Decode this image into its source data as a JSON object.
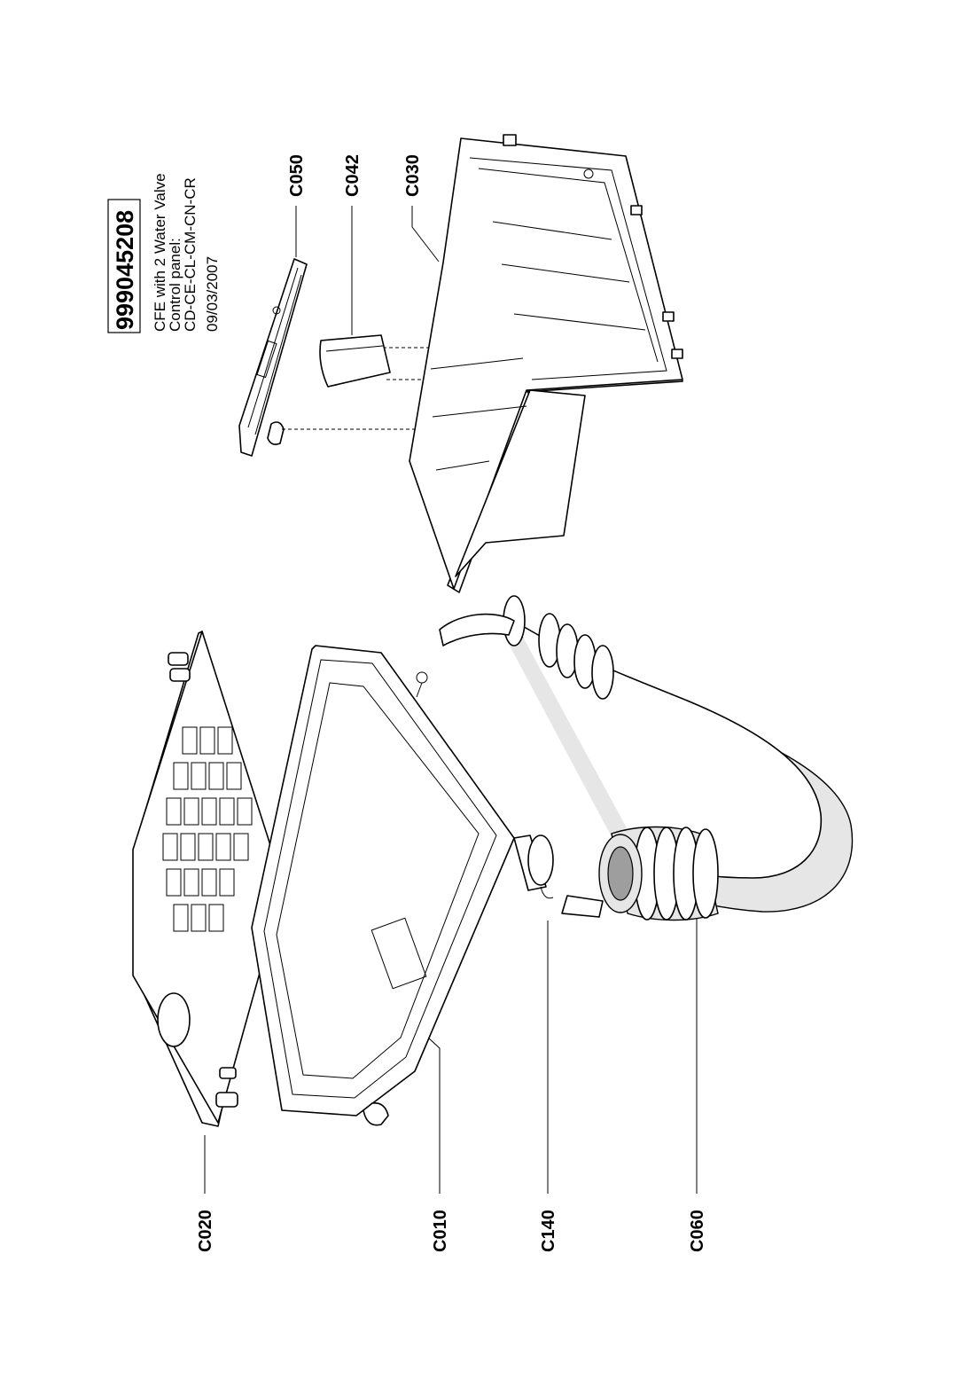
{
  "header": {
    "part_number": "999045208",
    "line1": "CFE with 2 Water Valve",
    "line2": "Control panel:",
    "line3": "CD-CE-CL-CM-CN-CR",
    "date": "09/03/2007"
  },
  "callouts": {
    "c050": "C050",
    "c042": "C042",
    "c030": "C030",
    "c020": "C020",
    "c010": "C010",
    "c140": "C140",
    "c060": "C060"
  }
}
